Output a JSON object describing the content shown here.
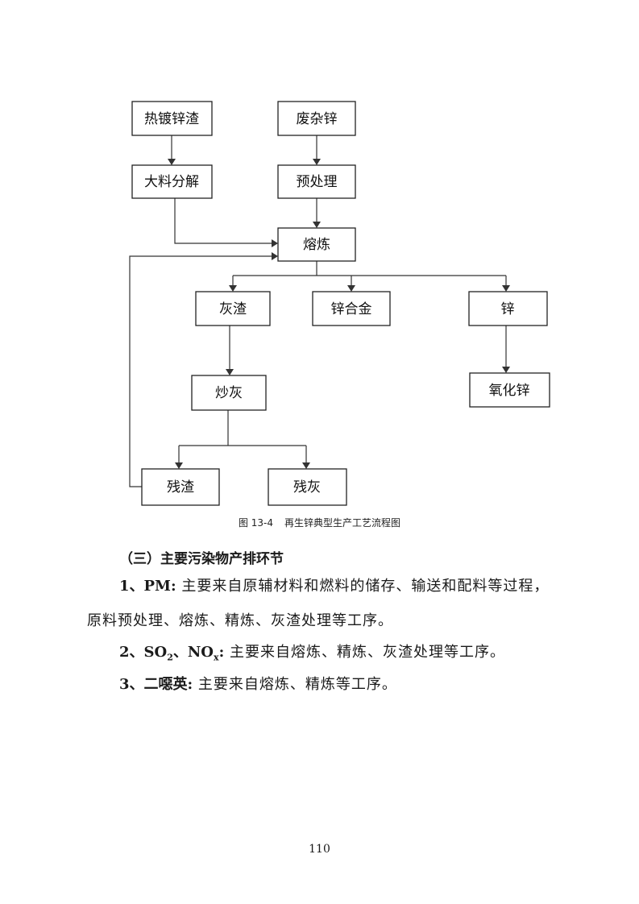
{
  "flowchart": {
    "nodes": {
      "hot_dip_dross": "热镀锌渣",
      "scrap_zinc": "废杂锌",
      "bulk_decomp": "大料分解",
      "pretreatment": "预处理",
      "smelting": "熔炼",
      "ash_slag": "灰渣",
      "zinc_alloy": "锌合金",
      "zinc": "锌",
      "fried_ash": "炒灰",
      "zinc_oxide": "氧化锌",
      "residue_slag": "残渣",
      "residue_ash": "残灰"
    },
    "caption_number": "图 13-4",
    "caption_text": "再生锌典型生产工艺流程图"
  },
  "section": {
    "heading": "（三）主要污染物产排环节",
    "items": [
      {
        "label": "1、PM:",
        "text_line1": "主要来自原辅材料和燃料的储存、输送和配料等过程，",
        "text_line2": "原料预处理、熔炼、精炼、灰渣处理等工序。"
      },
      {
        "label_prefix": "2、SO",
        "label_sub1": "2",
        "label_mid": "、NO",
        "label_sub2": "x",
        "label_suffix": ":",
        "text": "主要来自熔炼、精炼、灰渣处理等工序。"
      },
      {
        "label": "3、二噁英:",
        "text": "主要来自熔炼、精炼等工序。"
      }
    ]
  },
  "page_number": "110"
}
